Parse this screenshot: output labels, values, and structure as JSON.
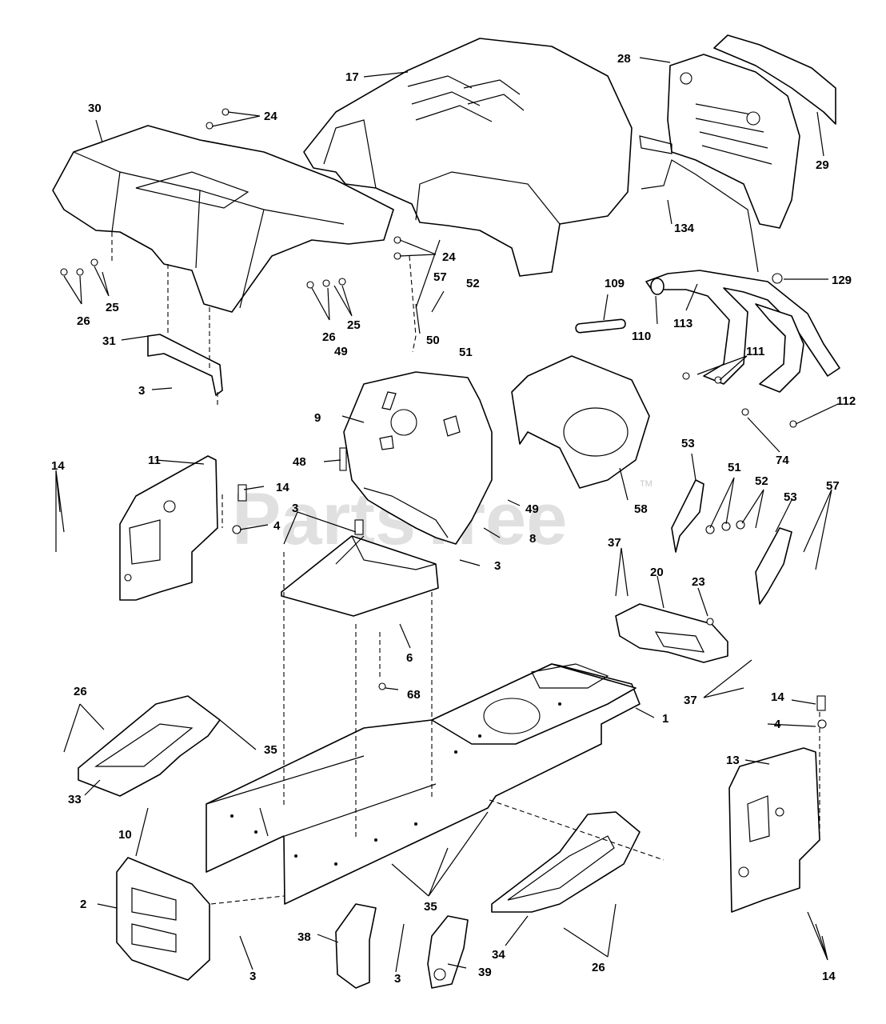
{
  "watermark": {
    "brand": "PartsTree",
    "trademark": "TM"
  },
  "callouts": {
    "c1": "1",
    "c2": "2",
    "c3a": "3",
    "c3b": "3",
    "c3c": "3",
    "c3d": "3",
    "c3e": "3",
    "c4a": "4",
    "c4b": "4",
    "c6": "6",
    "c8": "8",
    "c9": "9",
    "c10": "10",
    "c11": "11",
    "c13": "13",
    "c14a": "14",
    "c14b": "14",
    "c14c": "14",
    "c14d": "14",
    "c17": "17",
    "c20": "20",
    "c23": "23",
    "c24a": "24",
    "c24b": "24",
    "c25a": "25",
    "c25b": "25",
    "c26a": "26",
    "c26b": "26",
    "c26c": "26",
    "c26d": "26",
    "c28": "28",
    "c29": "29",
    "c30": "30",
    "c31": "31",
    "c33": "33",
    "c34": "34",
    "c35a": "35",
    "c35b": "35",
    "c37a": "37",
    "c37b": "37",
    "c38": "38",
    "c39": "39",
    "c48": "48",
    "c49a": "49",
    "c49b": "49",
    "c50": "50",
    "c51a": "51",
    "c51b": "51",
    "c52a": "52",
    "c52b": "52",
    "c53a": "53",
    "c53b": "53",
    "c57a": "57",
    "c57b": "57",
    "c58": "58",
    "c68": "68",
    "c74": "74",
    "c109": "109",
    "c110": "110",
    "c111": "111",
    "c112": "112",
    "c113": "113",
    "c129": "129",
    "c134": "134"
  }
}
